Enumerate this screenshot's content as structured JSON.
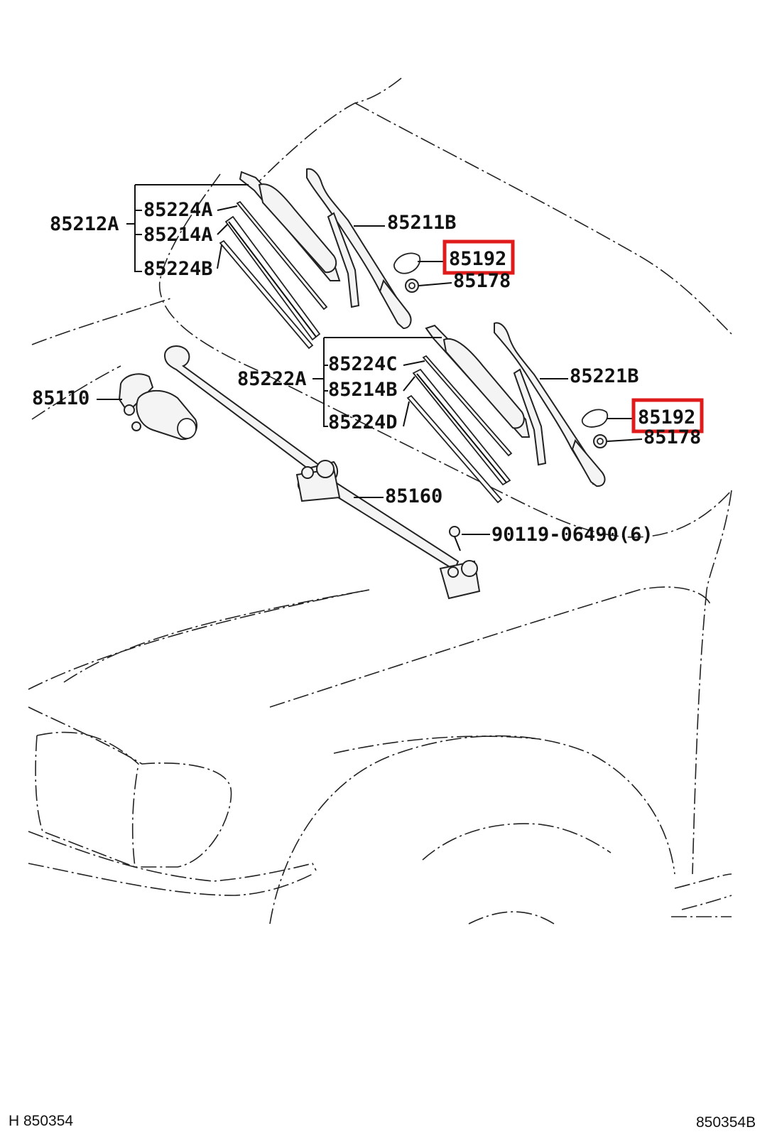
{
  "labels": {
    "p85212A": "85212A",
    "p85224A": "85224A",
    "p85214A": "85214A",
    "p85224B": "85224B",
    "p85211B": "85211B",
    "p85192_top": "85192",
    "p85178_top": "85178",
    "p85222A": "85222A",
    "p85224C": "85224C",
    "p85214B": "85214B",
    "p85224D": "85224D",
    "p85221B": "85221B",
    "p85192_right": "85192",
    "p85178_right": "85178",
    "p85110": "85110",
    "p85160": "85160",
    "p90119": "90119-06490(6)"
  },
  "footer": {
    "left_code": "H 850354",
    "right_code": "850354B"
  },
  "highlight_color": "#e01b1b"
}
